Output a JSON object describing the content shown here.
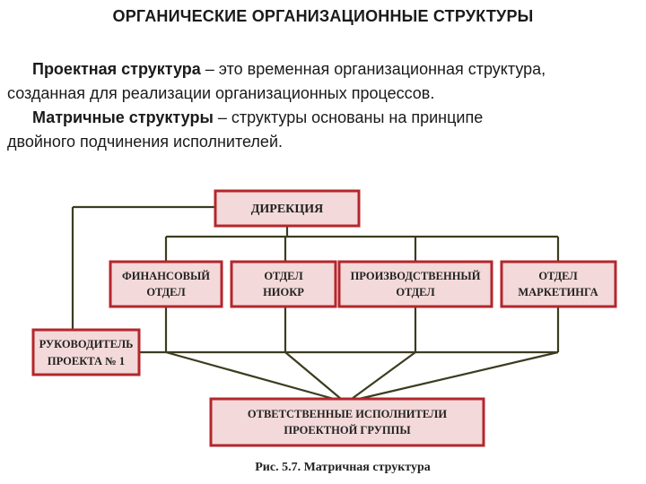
{
  "title": "ОРГАНИЧЕСКИЕ ОРГАНИЗАЦИОННЫЕ СТРУКТУРЫ",
  "paragraphs": [
    {
      "term": "Проектная структура",
      "text_line1": " – это временная организационная структура,",
      "text_line2": "созданная для реализации организационных процессов."
    },
    {
      "term": "Матричные структуры",
      "text_line1": " – структуры основаны на принципе",
      "text_line2": "двойного подчинения исполнителей."
    }
  ],
  "diagram": {
    "direction": "ДИРЕКЦИЯ",
    "departments": [
      {
        "line1": "ФИНАНСОВЫЙ",
        "line2": "ОТДЕЛ"
      },
      {
        "line1": "ОТДЕЛ",
        "line2": "НИОКР"
      },
      {
        "line1": "ПРОИЗВОДСТВЕННЫЙ",
        "line2": "ОТДЕЛ"
      },
      {
        "line1": "ОТДЕЛ",
        "line2": "МАРКЕТИНГА"
      }
    ],
    "manager": {
      "line1": "РУКОВОДИТЕЛЬ",
      "line2": "ПРОЕКТА № 1"
    },
    "executors": {
      "line1": "ОТВЕТСТВЕННЫЕ  ИСПОЛНИТЕЛИ",
      "line2": "ПРОЕКТНОЙ ГРУППЫ"
    },
    "caption": "Рис. 5.7.  Матричная  структура"
  },
  "colors": {
    "box_fill": "#f3d9d9",
    "box_border": "#b4262c",
    "connector": "#3c3c20"
  }
}
